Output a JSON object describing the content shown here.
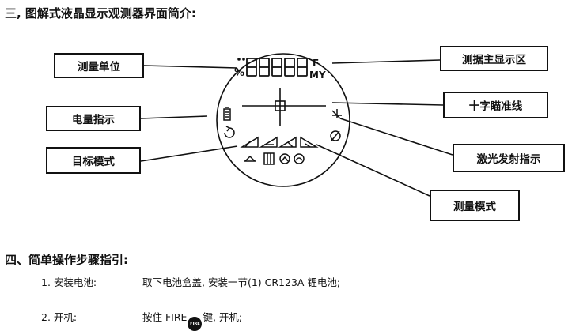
{
  "section3": {
    "title": "三, 图解式液晶显示观测器界面简介:"
  },
  "labels": {
    "unit": "测量单位",
    "main_display": "测据主显示区",
    "battery": "电量指示",
    "crosshair": "十字瞄准线",
    "target_mode": "目标模式",
    "laser": "激光发射指示",
    "measure_mode": "测量模式"
  },
  "lcd": {
    "digits": "88888",
    "unit_top": "F",
    "unit_bottom": "MY",
    "percent": "%",
    "icons": [
      "battery-icon",
      "refresh-icon",
      "crosshair-icon",
      "laser-icon",
      "no-signal-icon",
      "triangle-mode-icon",
      "flag-icon",
      "mountain-icon"
    ]
  },
  "section4": {
    "title": "四、简单操作步骤指引:",
    "steps": [
      {
        "name": "1. 安装电池:",
        "text": "取下电池盒盖, 安装一节(1)  CR123A 锂电池;"
      },
      {
        "name": "2. 开机:",
        "text_before": "按住 FIRE",
        "button_label": "FIRE",
        "text_after": "键, 开机;"
      }
    ]
  },
  "colors": {
    "ink": "#111111",
    "background": "#ffffff"
  }
}
